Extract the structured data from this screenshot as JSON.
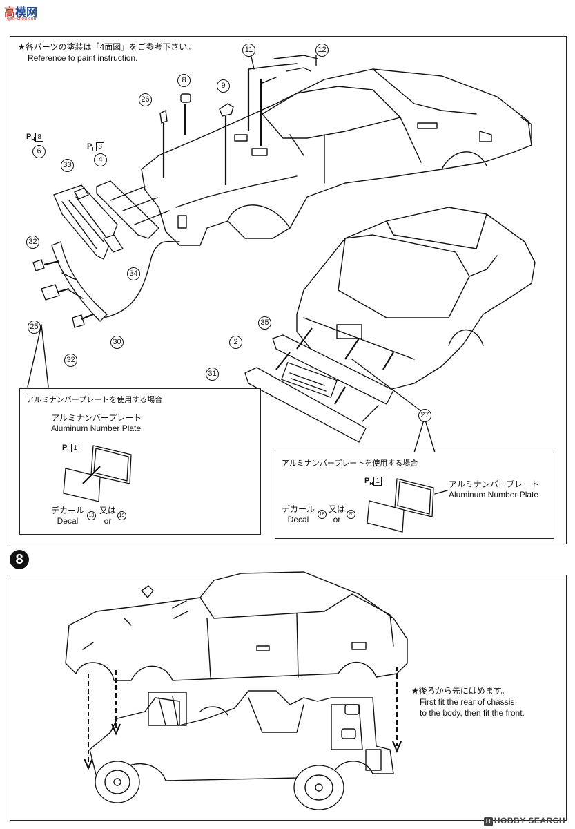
{
  "header": {
    "logo_text_a": "高",
    "logo_text_b": "模网",
    "logo_url": "gao-shou.com"
  },
  "step7": {
    "paint_note_jp": "★各パーツの塗装は「4面図」をご参考下さい。",
    "paint_note_en": "Reference to paint instruction.",
    "part_numbers": {
      "p11": "11",
      "p12": "12",
      "p8": "8",
      "p9": "9",
      "p26": "26",
      "p6": "6",
      "p4": "4",
      "p33": "33",
      "p32a": "32",
      "p34": "34",
      "p25": "25",
      "p30": "30",
      "p32b": "32",
      "p35": "35",
      "p2": "2",
      "p31": "31",
      "p27": "27"
    },
    "paint_code_a": {
      "prefix": "P",
      "sub": "H",
      "num": "8"
    },
    "paint_code_b": {
      "prefix": "P",
      "sub": "H",
      "num": "8"
    },
    "inset_left": {
      "title": "アルミナンバープレートを使用する場合",
      "plate_jp": "アルミナンバープレート",
      "plate_en": "Aluminum Number Plate",
      "paint": {
        "prefix": "P",
        "sub": "H",
        "num": "1"
      },
      "decal_jp": "デカール",
      "decal_en": "Decal",
      "decal_a": "18",
      "or_jp": "又は",
      "or_en": "or",
      "decal_b": "19"
    },
    "inset_right": {
      "title": "アルミナンバープレートを使用する場合",
      "plate_jp": "アルミナンバープレート",
      "plate_en": "Aluminum Number Plate",
      "paint": {
        "prefix": "P",
        "sub": "H",
        "num": "1"
      },
      "decal_jp": "デカール",
      "decal_en": "Decal",
      "decal_a": "18",
      "or_jp": "又は",
      "or_en": "or",
      "decal_b": "20"
    }
  },
  "step8": {
    "number": "8",
    "note_jp": "★後ろから先にはめます。",
    "note_en_1": "First fit the rear of chassis",
    "note_en_2": "to the body, then fit the front."
  },
  "watermark": {
    "icon": "H",
    "text": "HOBBY SEARCH"
  }
}
